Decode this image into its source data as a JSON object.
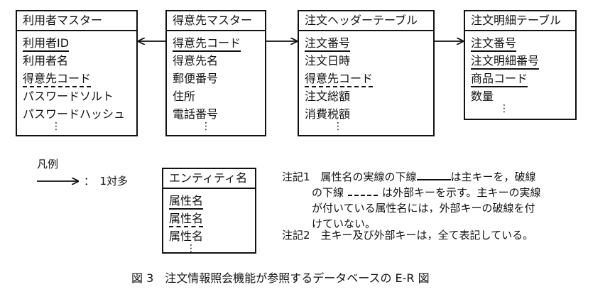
{
  "entities": [
    {
      "title": "利用者マスター",
      "attrs": [
        {
          "label": "利用者ID",
          "key": "pk"
        },
        {
          "label": "利用者名",
          "key": ""
        },
        {
          "label": "得意先コード",
          "key": "fk"
        },
        {
          "label": "パスワードソルト",
          "key": ""
        },
        {
          "label": "パスワードハッシュ",
          "key": ""
        }
      ]
    },
    {
      "title": "得意先マスター",
      "attrs": [
        {
          "label": "得意先コード",
          "key": "pk"
        },
        {
          "label": "得意先名",
          "key": ""
        },
        {
          "label": "郵便番号",
          "key": ""
        },
        {
          "label": "住所",
          "key": ""
        },
        {
          "label": "電話番号",
          "key": ""
        }
      ]
    },
    {
      "title": "注文ヘッダーテーブル",
      "attrs": [
        {
          "label": "注文番号",
          "key": "pk"
        },
        {
          "label": "注文日時",
          "key": ""
        },
        {
          "label": "得意先コード",
          "key": "fk"
        },
        {
          "label": "注文総額",
          "key": ""
        },
        {
          "label": "消費税額",
          "key": ""
        }
      ]
    },
    {
      "title": "注文明細テーブル",
      "attrs": [
        {
          "label": "注文番号",
          "key": "pk"
        },
        {
          "label": "注文明細番号",
          "key": "pk"
        },
        {
          "label": "商品コード",
          "key": "fk"
        },
        {
          "label": "数量",
          "key": ""
        }
      ]
    }
  ],
  "legend": {
    "title": "凡例",
    "arrow_text": "：　1対多",
    "entity_title": "エンティティ名",
    "entity_attrs": [
      "属性名",
      "属性名",
      "属性名"
    ]
  },
  "notes": {
    "note1_line1_a": "注記1　属性名の実線の下線",
    "note1_line1_b": "は主キーを，破線",
    "note1_line2_a": "の下線",
    "note1_line2_b": "は外部キーを示す。主キーの実線",
    "note1_line3": "が付いている属性名には，外部キーの破線を付",
    "note1_line4": "けていない。",
    "note2": "注記2　主キー及び外部キーは，全て表記している。"
  },
  "caption": "図 3　注文情報照会機能が参照するデータベースの E-R 図",
  "ellipsis": "⋮"
}
